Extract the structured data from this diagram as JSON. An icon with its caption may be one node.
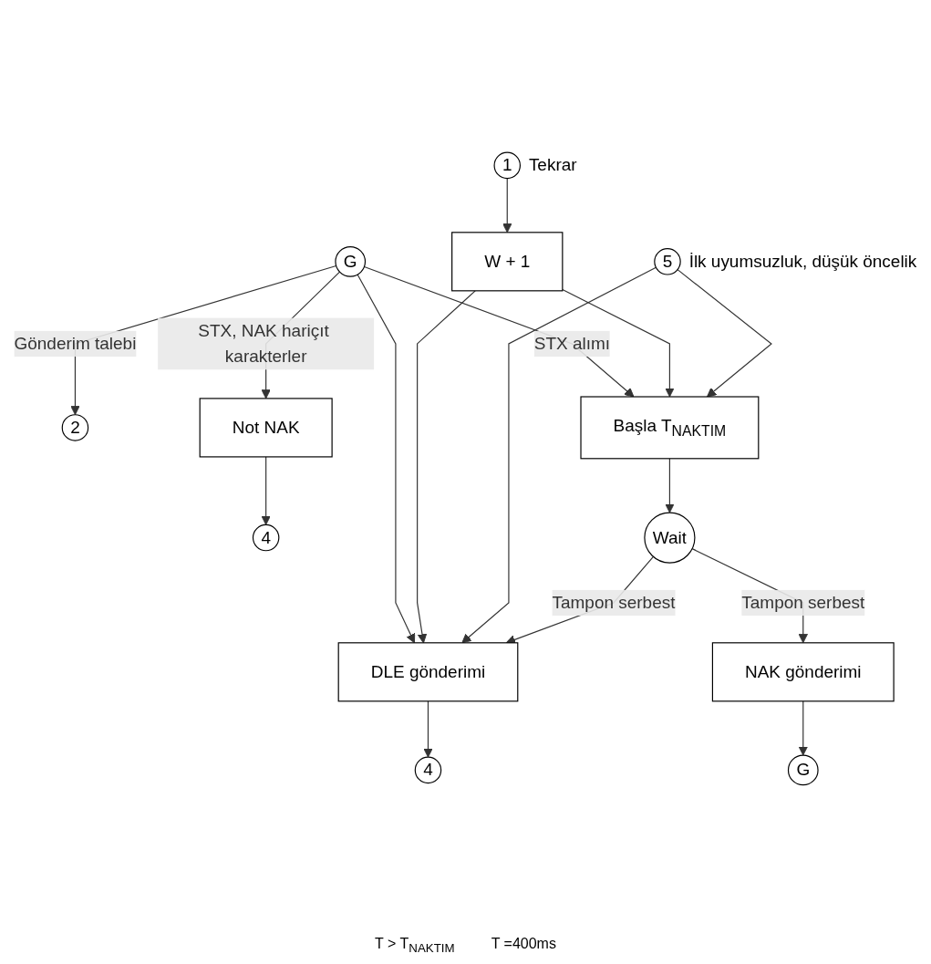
{
  "diagram": {
    "nodes": [
      {
        "text": [
          "G"
        ]
      },
      {
        "text": [
          "2"
        ]
      },
      {
        "text": [
          "Not NAK"
        ]
      },
      {
        "text": [
          "4"
        ]
      },
      {
        "text": [
          "1"
        ],
        "beside": [
          "Tekrar"
        ]
      },
      {
        "text": [
          "W + 1"
        ]
      },
      {
        "text": [
          "5"
        ],
        "beside": [
          "İlk uyumsuzluk, düşük öncelik"
        ]
      },
      {
        "text": [
          "Başla T$_{NAKTIM}$"
        ]
      },
      {
        "text": [
          "Wait"
        ]
      },
      {
        "text": [
          "DLE gönderimi"
        ]
      },
      {
        "text": [
          "NAK gönderimi"
        ]
      },
      {
        "text": [
          "4"
        ]
      },
      {
        "text": [
          "G"
        ]
      }
    ],
    "edges": [
      {
        "from": 0,
        "to": 1,
        "arrow": "to",
        "label": "Gönderim talebi"
      },
      {
        "from": 0,
        "to": 2,
        "arrow": "to",
        "label": "STX, NAK hariçıt karakterler"
      },
      {
        "from": 2,
        "to": 3,
        "arrow": "to"
      },
      {
        "from": 0,
        "to": 7,
        "arrow": "to",
        "label": "STX alımı"
      },
      {
        "from": 0,
        "to": 9,
        "arrow": "to"
      },
      {
        "from": 4,
        "to": 5,
        "arrow": "to"
      },
      {
        "from": 5,
        "to": 7,
        "arrow": "to"
      },
      {
        "from": 5,
        "to": 9,
        "arrow": "to"
      },
      {
        "from": 6,
        "to": 7,
        "arrow": "to"
      },
      {
        "from": 6,
        "to": 9,
        "arrow": "to"
      },
      {
        "from": 7,
        "to": 8,
        "arrow": "to"
      },
      {
        "from": 8,
        "to": 9,
        "arrow": "to",
        "label": "Tampon serbest"
      },
      {
        "from": 8,
        "to": 10,
        "arrow": "to",
        "label": "Tampon serbest"
      },
      {
        "from": 9,
        "to": 11,
        "arrow": "to"
      },
      {
        "from": 10,
        "to": 12,
        "arrow": "to"
      }
    ],
    "labels": [
      "T > T$_{NAKTIM}$",
      "T =400ms"
    ]
  }
}
